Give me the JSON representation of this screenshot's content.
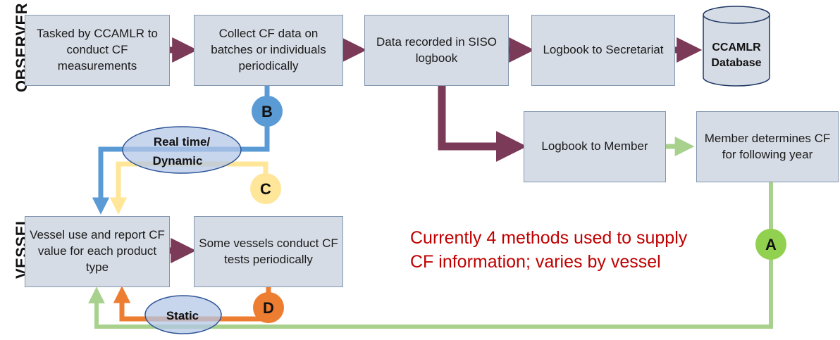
{
  "lanes": {
    "observer": "OBSERVER",
    "vessel": "VESSEL"
  },
  "boxes": {
    "tasked": "Tasked by CCAMLR to conduct CF measurements",
    "collect": "Collect CF data on batches or individuals periodically",
    "recorded": "Data recorded in SISO logbook",
    "secretariat": "Logbook to Secretariat",
    "member": "Logbook to Member",
    "determines": "Member determines CF for following year",
    "vessel_use": "Vessel use and report CF value for each product type",
    "tests": "Some vessels conduct CF tests periodically"
  },
  "database": {
    "line1": "CCAMLR",
    "line2": "Database"
  },
  "markers": {
    "a": "A",
    "b": "B",
    "c": "C",
    "d": "D"
  },
  "labels": {
    "realtime1": "Real time/",
    "realtime2": "Dynamic",
    "static": "Static"
  },
  "note": {
    "line1": "Currently 4 methods used to supply",
    "line2": "CF information; varies by vessel"
  },
  "colors": {
    "box_fill": "#d6dce5",
    "box_border": "#8497b0",
    "arrow_main": "#7b3a57",
    "green": "#a9d18e",
    "blue": "#5b9bd5",
    "yellow": "#ffe699",
    "orange": "#ed7d31",
    "ellipse": "#b4c7e7",
    "note": "#c00000"
  }
}
